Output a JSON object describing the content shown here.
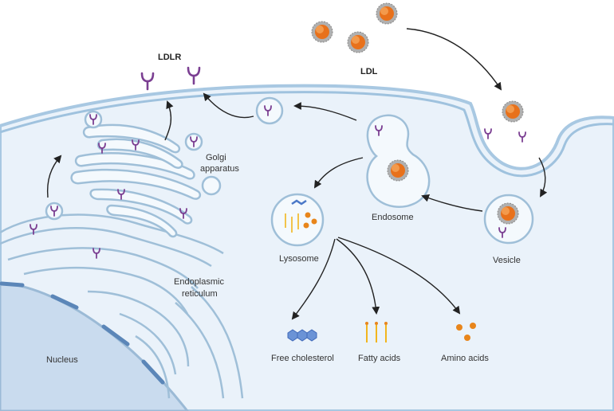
{
  "labels": {
    "ldlr": "LDLR",
    "ldl": "LDL",
    "golgi_line1": "Golgi",
    "golgi_line2": "apparatus",
    "endosome": "Endosome",
    "vesicle": "Vesicle",
    "lysosome": "Lysosome",
    "er_line1": "Endoplasmic",
    "er_line2": "reticulum",
    "nucleus": "Nucleus",
    "free_cholesterol": "Free cholesterol",
    "fatty_acids": "Fatty acids",
    "amino_acids": "Amino acids"
  },
  "colors": {
    "cytoplasm": "#eaf2fa",
    "membrane": "#a8c8e2",
    "nucleus": "#c9dbee",
    "receptor": "#7b3f92",
    "ldl_core": "#e8711b",
    "ldl_shell": "#9e9e9e",
    "cholesterol": "#4a78c8",
    "fatty_acid": "#f2b51d",
    "amino_acid": "#e8851b",
    "arrow": "#222222"
  },
  "icons": {
    "receptor": "ldl-receptor-icon",
    "ldl": "ldl-particle-icon",
    "cholesterol": "cholesterol-molecule-icon",
    "fatty_acid": "fatty-acid-icon",
    "amino_acid": "amino-acid-icon"
  }
}
